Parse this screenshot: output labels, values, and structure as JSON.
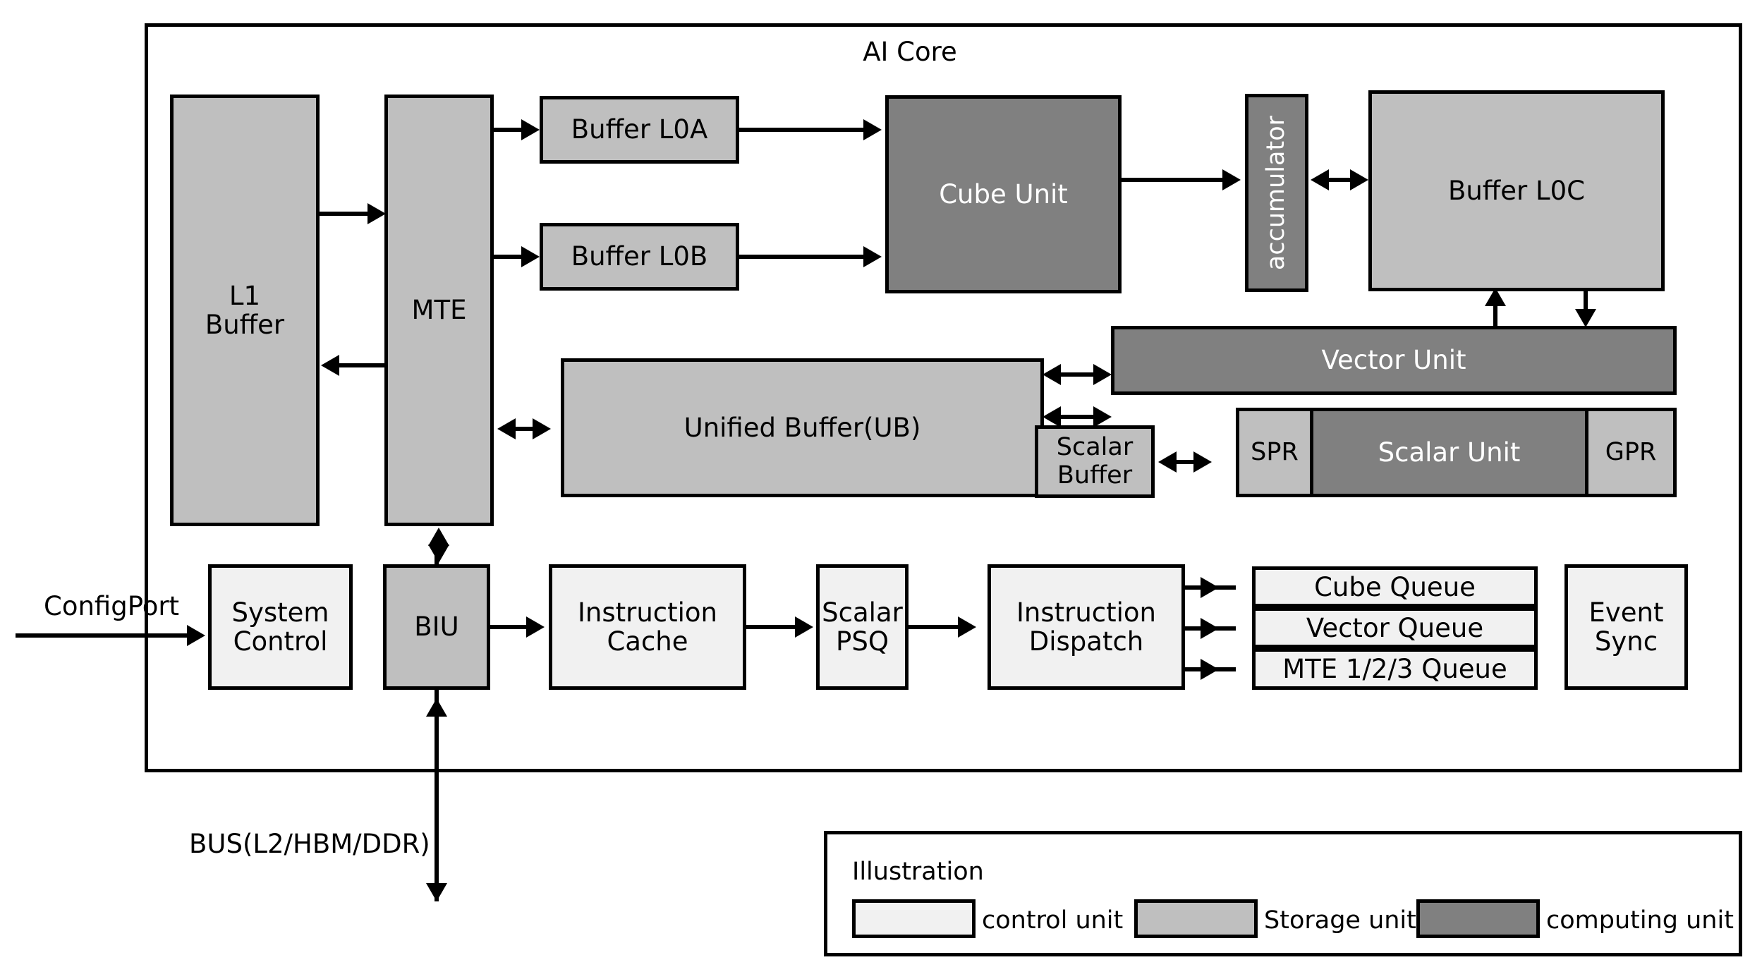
{
  "diagram": {
    "title": "AI Core",
    "external_labels": {
      "config_port": "ConfigPort",
      "bus": "BUS(L2/HBM/DDR)"
    },
    "blocks": {
      "l1_buffer": {
        "label": "L1\nBuffer",
        "line1": "L1",
        "line2": "Buffer",
        "kind": "Storage unit"
      },
      "mte": {
        "label": "MTE",
        "kind": "Storage unit"
      },
      "buffer_l0a": {
        "label": "Buffer L0A",
        "kind": "Storage unit"
      },
      "buffer_l0b": {
        "label": "Buffer L0B",
        "kind": "Storage unit"
      },
      "cube_unit": {
        "label": "Cube Unit",
        "kind": "computing unit"
      },
      "accumulator": {
        "label": "accumulator",
        "kind": "computing unit"
      },
      "buffer_l0c": {
        "label": "Buffer L0C",
        "kind": "Storage unit"
      },
      "vector_unit": {
        "label": "Vector Unit",
        "kind": "computing unit"
      },
      "unified_buffer": {
        "label": "Unified Buffer(UB)",
        "kind": "Storage unit"
      },
      "scalar_buffer": {
        "line1": "Scalar",
        "line2": "Buffer",
        "label": "Scalar Buffer",
        "kind": "Storage unit"
      },
      "spr": {
        "label": "SPR",
        "kind": "Storage unit"
      },
      "scalar_unit": {
        "label": "Scalar Unit",
        "kind": "computing unit"
      },
      "gpr": {
        "label": "GPR",
        "kind": "Storage unit"
      },
      "system_control": {
        "line1": "System",
        "line2": "Control",
        "label": "System Control",
        "kind": "control unit"
      },
      "biu": {
        "label": "BIU",
        "kind": "Storage unit"
      },
      "instruction_cache": {
        "line1": "Instruction",
        "line2": "Cache",
        "label": "Instruction Cache",
        "kind": "control unit"
      },
      "scalar_psq": {
        "line1": "Scalar",
        "line2": "PSQ",
        "label": "Scalar PSQ",
        "kind": "control unit"
      },
      "instruction_dispatch": {
        "line1": "Instruction",
        "line2": "Dispatch",
        "label": "Instruction Dispatch",
        "kind": "control unit"
      },
      "cube_queue": {
        "label": "Cube Queue",
        "kind": "control unit"
      },
      "vector_queue": {
        "label": "Vector Queue",
        "kind": "control unit"
      },
      "mte_queue": {
        "label": "MTE 1/2/3 Queue",
        "kind": "control unit"
      },
      "event_sync": {
        "line1": "Event",
        "line2": "Sync",
        "label": "Event Sync",
        "kind": "control unit"
      }
    },
    "legend": {
      "title": "Illustration",
      "items": [
        {
          "label": "control unit",
          "color": "#f1f1f1"
        },
        {
          "label": "Storage unit",
          "color": "#bfbfbf"
        },
        {
          "label": "computing unit",
          "color": "#808080"
        }
      ]
    },
    "colors": {
      "control_unit": "#f1f1f1",
      "storage_unit": "#bfbfbf",
      "computing_unit": "#808080",
      "stroke": "#000000",
      "background": "#ffffff"
    }
  }
}
